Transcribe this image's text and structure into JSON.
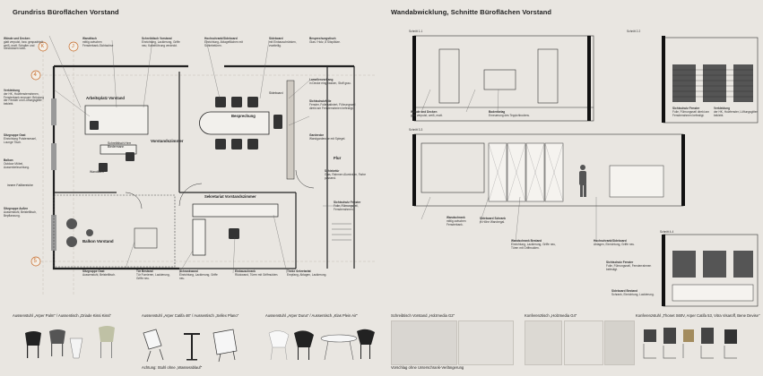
{
  "titles": {
    "left": "Grundriss Büroflächen Vorstand",
    "right": "Wandabwicklung, Schnitte Büroflächen Vorstand"
  },
  "grid_markers": {
    "rows": [
      "4",
      "5"
    ],
    "cols": [
      "K",
      "J"
    ]
  },
  "plan_labels": {
    "arbeitsplatz": "Arbeitsplatz Vorstand",
    "besprechung": "Besprechung",
    "vorstandszimmer": "Vorstandszimmer",
    "sekretariat": "Sekretariat Vorstandszimmer",
    "balkon": "Balkon Vorstand",
    "flur": "Flur",
    "innere_fallbereiche": "innere Fallbereiche",
    "schreibtisch": "Schreibtisch Herr Biedermann",
    "sideboard": "Sideboard",
    "wandtisch": "Wandtisch"
  },
  "left_notes": [
    {
      "title": "Wände und Decken",
      "text": "glatt verputzt, bzw. gespachtelt, weiß, matt. Schalter und Steckdosen weiß."
    },
    {
      "title": "Verkleidung",
      "text": "der HK, Holzfensterrahmen, Fensterbank erneuert. Brüstung der Fenster und Lüftungsgitter beklebt."
    },
    {
      "title": "Sitzgruppe Gast",
      "text": "Einrichtung Polstersessel, Lounge Tisch."
    },
    {
      "title": "Balkon",
      "text": "Outdoor Möbel, Aussenbeleuchtung."
    },
    {
      "title": "Sitzgruppe Außen",
      "text": "Aussenstuhl, Beistelltisch, Bepflanzung."
    }
  ],
  "top_notes": [
    {
      "title": "Wandtisch",
      "text": "mittig zwischen Fensterbank-Sichtachse"
    },
    {
      "title": "Schreibtisch Vorstand",
      "text": "Einrichtung, Lackierung, Griffe neu; Kabelführung verdeckt."
    },
    {
      "title": "Hochschrank/Sideboard",
      "text": "Einrichtung, Ablageflächen mit Schiebetüren."
    },
    {
      "title": "Sideboard",
      "text": "mit Einbauschränken, zweiteilig."
    },
    {
      "title": "Besprechungstisch",
      "text": "Glas / Holz, 8 Sitzplätze."
    }
  ],
  "right_plan_notes": [
    {
      "title": "Lamellenvorhang",
      "text": "in Decke eingelassen, Stoff grau."
    },
    {
      "title": "Sichtschutzfolie",
      "text": "Fenster, Folie satiniert, Führungsseil direkt am Fensterrahmen befestigt."
    },
    {
      "title": "Garderobe",
      "text": "Wandgarderobe mit Spiegel."
    },
    {
      "title": "Schiebetür",
      "text": "Glas, Rahmen Aluminium, Farbe passend."
    },
    {
      "title": "Sichtschutz Fenster",
      "text": "Folie, Führungsseil, Fensterrahmen."
    }
  ],
  "bottom_notes": [
    {
      "title": "Sitzgruppe Gast",
      "text": "Aussenstuhl, Beistelltisch."
    },
    {
      "title": "Tür Bestand",
      "text": "Tür Furnieren, Lackierung, Griffe neu."
    },
    {
      "title": "Schrankwand",
      "text": "Einrichtung, Lackierung, Griffe neu."
    },
    {
      "title": "Einbauschrank",
      "text": "Rückwand, Türen mit Griffmulden."
    },
    {
      "title": "Theke Sekretariat",
      "text": "Empfang, Ablagen, Lackierung."
    }
  ],
  "section_labels": [
    "Schnitt 1-1",
    "Schnitt 2-2",
    "Schnitt 3-3",
    "Schnitt 4-4"
  ],
  "section_notes": [
    {
      "title": "Wände und Decken",
      "text": "glatt verputzt, weiß, matt."
    },
    {
      "title": "Bodenbelag",
      "text": "Erneuerung des Teppichbodens."
    },
    {
      "title": "Sichtschutz Fenster",
      "text": "Folie, Führungsseil direkt am Fensterrahmen befestigt."
    },
    {
      "title": "Verkleidung",
      "text": "der HK, Holzfenster, Lüftungsgitter beklebt."
    },
    {
      "title": "Wandschrank",
      "text": "mittig zwischen Fensterbank."
    },
    {
      "title": "Sideboard Schrank",
      "text": "in Höhe Wandregal."
    },
    {
      "title": "Wandschrank Bestand",
      "text": "Einrichtung, Lackierung, Griffe neu, Türen mit Griffmulden."
    },
    {
      "title": "Hochschrank/Sideboard",
      "text": "Ablagen, Einrichtung, Griffe neu."
    },
    {
      "title": "Sichtschutz Fenster",
      "text": "Folie, Führungsseil, Fensterrahmen befestigt."
    },
    {
      "title": "Sideboard Bestand",
      "text": "Schrank, Einrichtung, Lackierung."
    }
  ],
  "furniture_captions": [
    "Aussenstuhl „Arper Palm\" / Aussentisch „Driade Kissi Kissi\"",
    "Aussenstuhl „Arper Catifa 46\" / Aussentisch „Sellex Plano\"",
    "Aussenstuhl „Arper Duna\" / Aussentisch „Klas Plein Air\"",
    "Schreibtisch Vorstand „Holzmedia G2\"",
    "Konferenztisch „Holzmedia G4\"",
    "Konferenzstuhl „Thonet S60V, Arper Catifa 53, Vitra Visaroff, Bene Devise\""
  ],
  "footnotes": {
    "achtung": "Achtung: Stuhl ohne „Wasserablauf\"",
    "vorschlag": "Vorschlag ohne Unterschrank-Verlängerung"
  }
}
